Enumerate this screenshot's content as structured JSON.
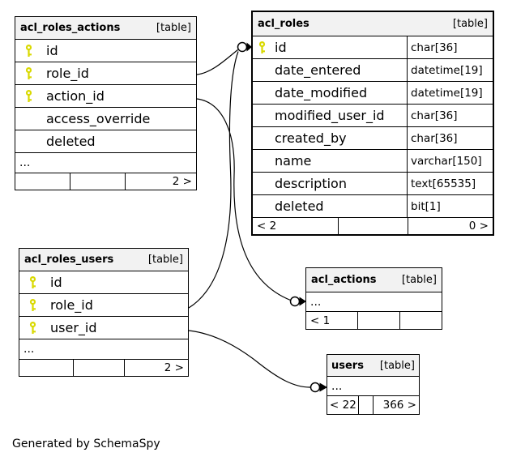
{
  "tables": {
    "acl_roles_actions": {
      "name": "acl_roles_actions",
      "tag": "[table]",
      "columns": [
        {
          "name": "id",
          "key": true
        },
        {
          "name": "role_id",
          "key": true
        },
        {
          "name": "action_id",
          "key": true
        },
        {
          "name": "access_override",
          "key": false
        },
        {
          "name": "deleted",
          "key": false
        }
      ],
      "ellipsis": "...",
      "footer": [
        "",
        "",
        "2 >"
      ]
    },
    "acl_roles": {
      "name": "acl_roles",
      "tag": "[table]",
      "columns": [
        {
          "name": "id",
          "type": "char[36]",
          "key": true
        },
        {
          "name": "date_entered",
          "type": "datetime[19]",
          "key": false
        },
        {
          "name": "date_modified",
          "type": "datetime[19]",
          "key": false
        },
        {
          "name": "modified_user_id",
          "type": "char[36]",
          "key": false
        },
        {
          "name": "created_by",
          "type": "char[36]",
          "key": false
        },
        {
          "name": "name",
          "type": "varchar[150]",
          "key": false
        },
        {
          "name": "description",
          "type": "text[65535]",
          "key": false
        },
        {
          "name": "deleted",
          "type": "bit[1]",
          "key": false
        }
      ],
      "footer": [
        "< 2",
        "",
        "0 >"
      ]
    },
    "acl_roles_users": {
      "name": "acl_roles_users",
      "tag": "[table]",
      "columns": [
        {
          "name": "id",
          "key": true
        },
        {
          "name": "role_id",
          "key": true
        },
        {
          "name": "user_id",
          "key": true
        }
      ],
      "ellipsis": "...",
      "footer": [
        "",
        "",
        "2 >"
      ]
    },
    "acl_actions": {
      "name": "acl_actions",
      "tag": "[table]",
      "ellipsis": "...",
      "footer": [
        "< 1",
        "",
        ""
      ]
    },
    "users": {
      "name": "users",
      "tag": "[table]",
      "ellipsis": "...",
      "footer": [
        "< 22",
        "",
        "366 >"
      ]
    }
  },
  "relationships": [
    {
      "from": "acl_roles_actions.role_id",
      "to": "acl_roles.id"
    },
    {
      "from": "acl_roles_users.role_id",
      "to": "acl_roles.id"
    },
    {
      "from": "acl_roles_actions.action_id",
      "to": "acl_actions"
    },
    {
      "from": "acl_roles_users.user_id",
      "to": "users"
    }
  ],
  "colors": {
    "primary_key_icon": "#d9d900",
    "header_bg": "#f2f2f2",
    "table_border": "#000000",
    "background": "#ffffff"
  },
  "footer_note": "Generated by SchemaSpy"
}
